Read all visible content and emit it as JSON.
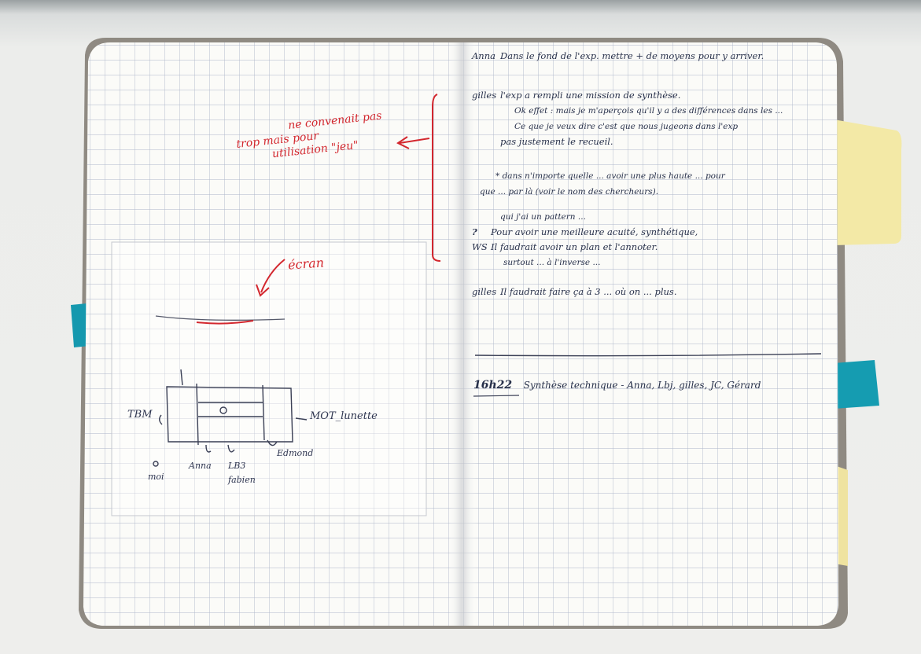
{
  "colors": {
    "paper": "#fbfbf8",
    "grid": "#aab3c8",
    "ink_blue": "#2b3550",
    "ink_red": "#d3272e",
    "tab_cyan": "#1a9fb3",
    "tab_yellow": "#f2e7a0"
  },
  "left_page": {
    "red_note": {
      "line1": "ne convenait pas",
      "line2": "trop mais pour",
      "line3": "utilisation \"jeu\""
    },
    "sketch": {
      "screen_label": "écran",
      "labels": {
        "tbm": "TBM",
        "moi": "moi",
        "anna": "Anna",
        "lb3": "LB3",
        "fabien": "fabien",
        "edmond": "Edmond",
        "mot_lunette": "MOT_lunette"
      }
    }
  },
  "right_page": {
    "entries": [
      {
        "tag": "Anna",
        "text": "Dans le fond de l'exp. mettre + de moyens pour y arriver."
      },
      {
        "tag": "gilles",
        "text": "l'exp a rempli une mission de synthèse."
      },
      {
        "tag": "",
        "text": "Ok effet : mais je m'aperçois qu'il y a des différences dans les ..."
      },
      {
        "tag": "",
        "text": "Ce que je veux dire c'est que nous jugeons dans l'exp"
      },
      {
        "tag": "",
        "text": "pas justement le recueil."
      },
      {
        "tag": "",
        "text": "* dans n'importe quelle ... avoir une plus haute ... pour"
      },
      {
        "tag": "",
        "text": "que ... par là (voir le nom des chercheurs)."
      },
      {
        "tag": "",
        "text": "qui j'ai un pattern ... "
      },
      {
        "tag": "?",
        "text": "Pour avoir une meilleure acuité, synthétique,"
      },
      {
        "tag": "WS",
        "text": "Il faudrait avoir un plan et l'annoter."
      },
      {
        "tag": "",
        "text": "surtout ... à l'inverse ... "
      },
      {
        "tag": "gilles",
        "text": "Il faudrait faire ça à 3 ... où on ... plus."
      }
    ],
    "final_line": {
      "time": "16h22",
      "text": "Synthèse technique - Anna, Lbj, gilles, JC, Gérard"
    }
  }
}
